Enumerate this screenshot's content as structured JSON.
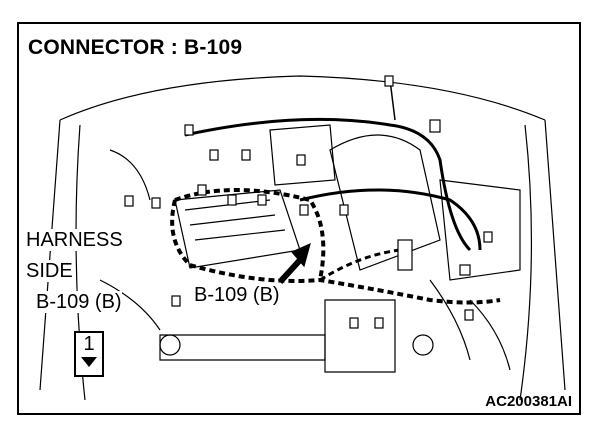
{
  "title": "CONNECTOR : B-109",
  "labels": {
    "harness_line1": "HARNESS",
    "harness_line2": "SIDE",
    "harness_line3": "B-109 (B)",
    "pointer": "B-109 (B)"
  },
  "view_badge": {
    "number": "1",
    "icon": "down-triangle-icon"
  },
  "figure_code": "AC200381AI"
}
